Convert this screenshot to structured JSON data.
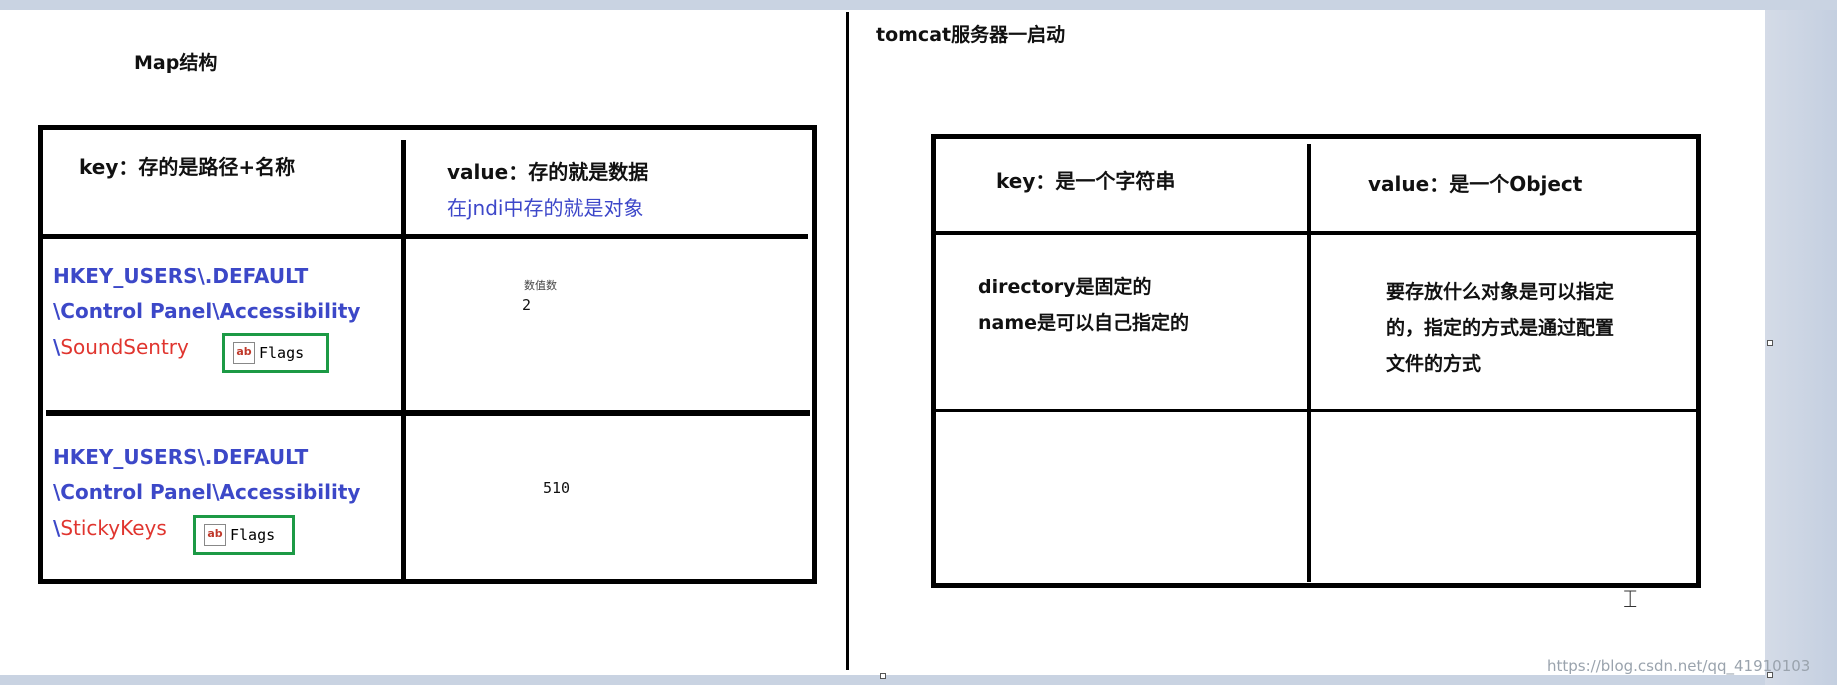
{
  "left": {
    "title": "Map结构",
    "header": {
      "key": "key：存的是路径+名称",
      "value": "value：存的就是数据",
      "value_note": "在jndi中存的就是对象"
    },
    "rows": [
      {
        "path_line1": "HKEY_USERS\\.DEFAULT",
        "path_line2": "\\Control Panel\\Accessibility",
        "path_prefix": "\\",
        "path_leaf": "SoundSentry",
        "flag_label": "Flags",
        "flag_icon": "ab",
        "value_fragment": "数值数",
        "value": "2"
      },
      {
        "path_line1": "HKEY_USERS\\.DEFAULT",
        "path_line2": "\\Control Panel\\Accessibility",
        "path_prefix": "\\",
        "path_leaf": "StickyKeys",
        "flag_label": "Flags",
        "flag_icon": "ab",
        "value": "510"
      }
    ]
  },
  "right": {
    "title": "tomcat服务器一启动",
    "header": {
      "key": "key：是一个字符串",
      "value": "value：是一个Object"
    },
    "row1": {
      "key_line1": "directory是固定的",
      "key_line2": "name是可以自己指定的",
      "value_line1": "要存放什么对象是可以指定",
      "value_line2": "的，指定的方式是通过配置",
      "value_line3": "文件的方式"
    }
  },
  "watermark": "https://blog.csdn.net/qq_41910103",
  "colors": {
    "blue_text": "#3c48c8",
    "red_text": "#e0352f",
    "flag_border": "#1c9a45"
  }
}
